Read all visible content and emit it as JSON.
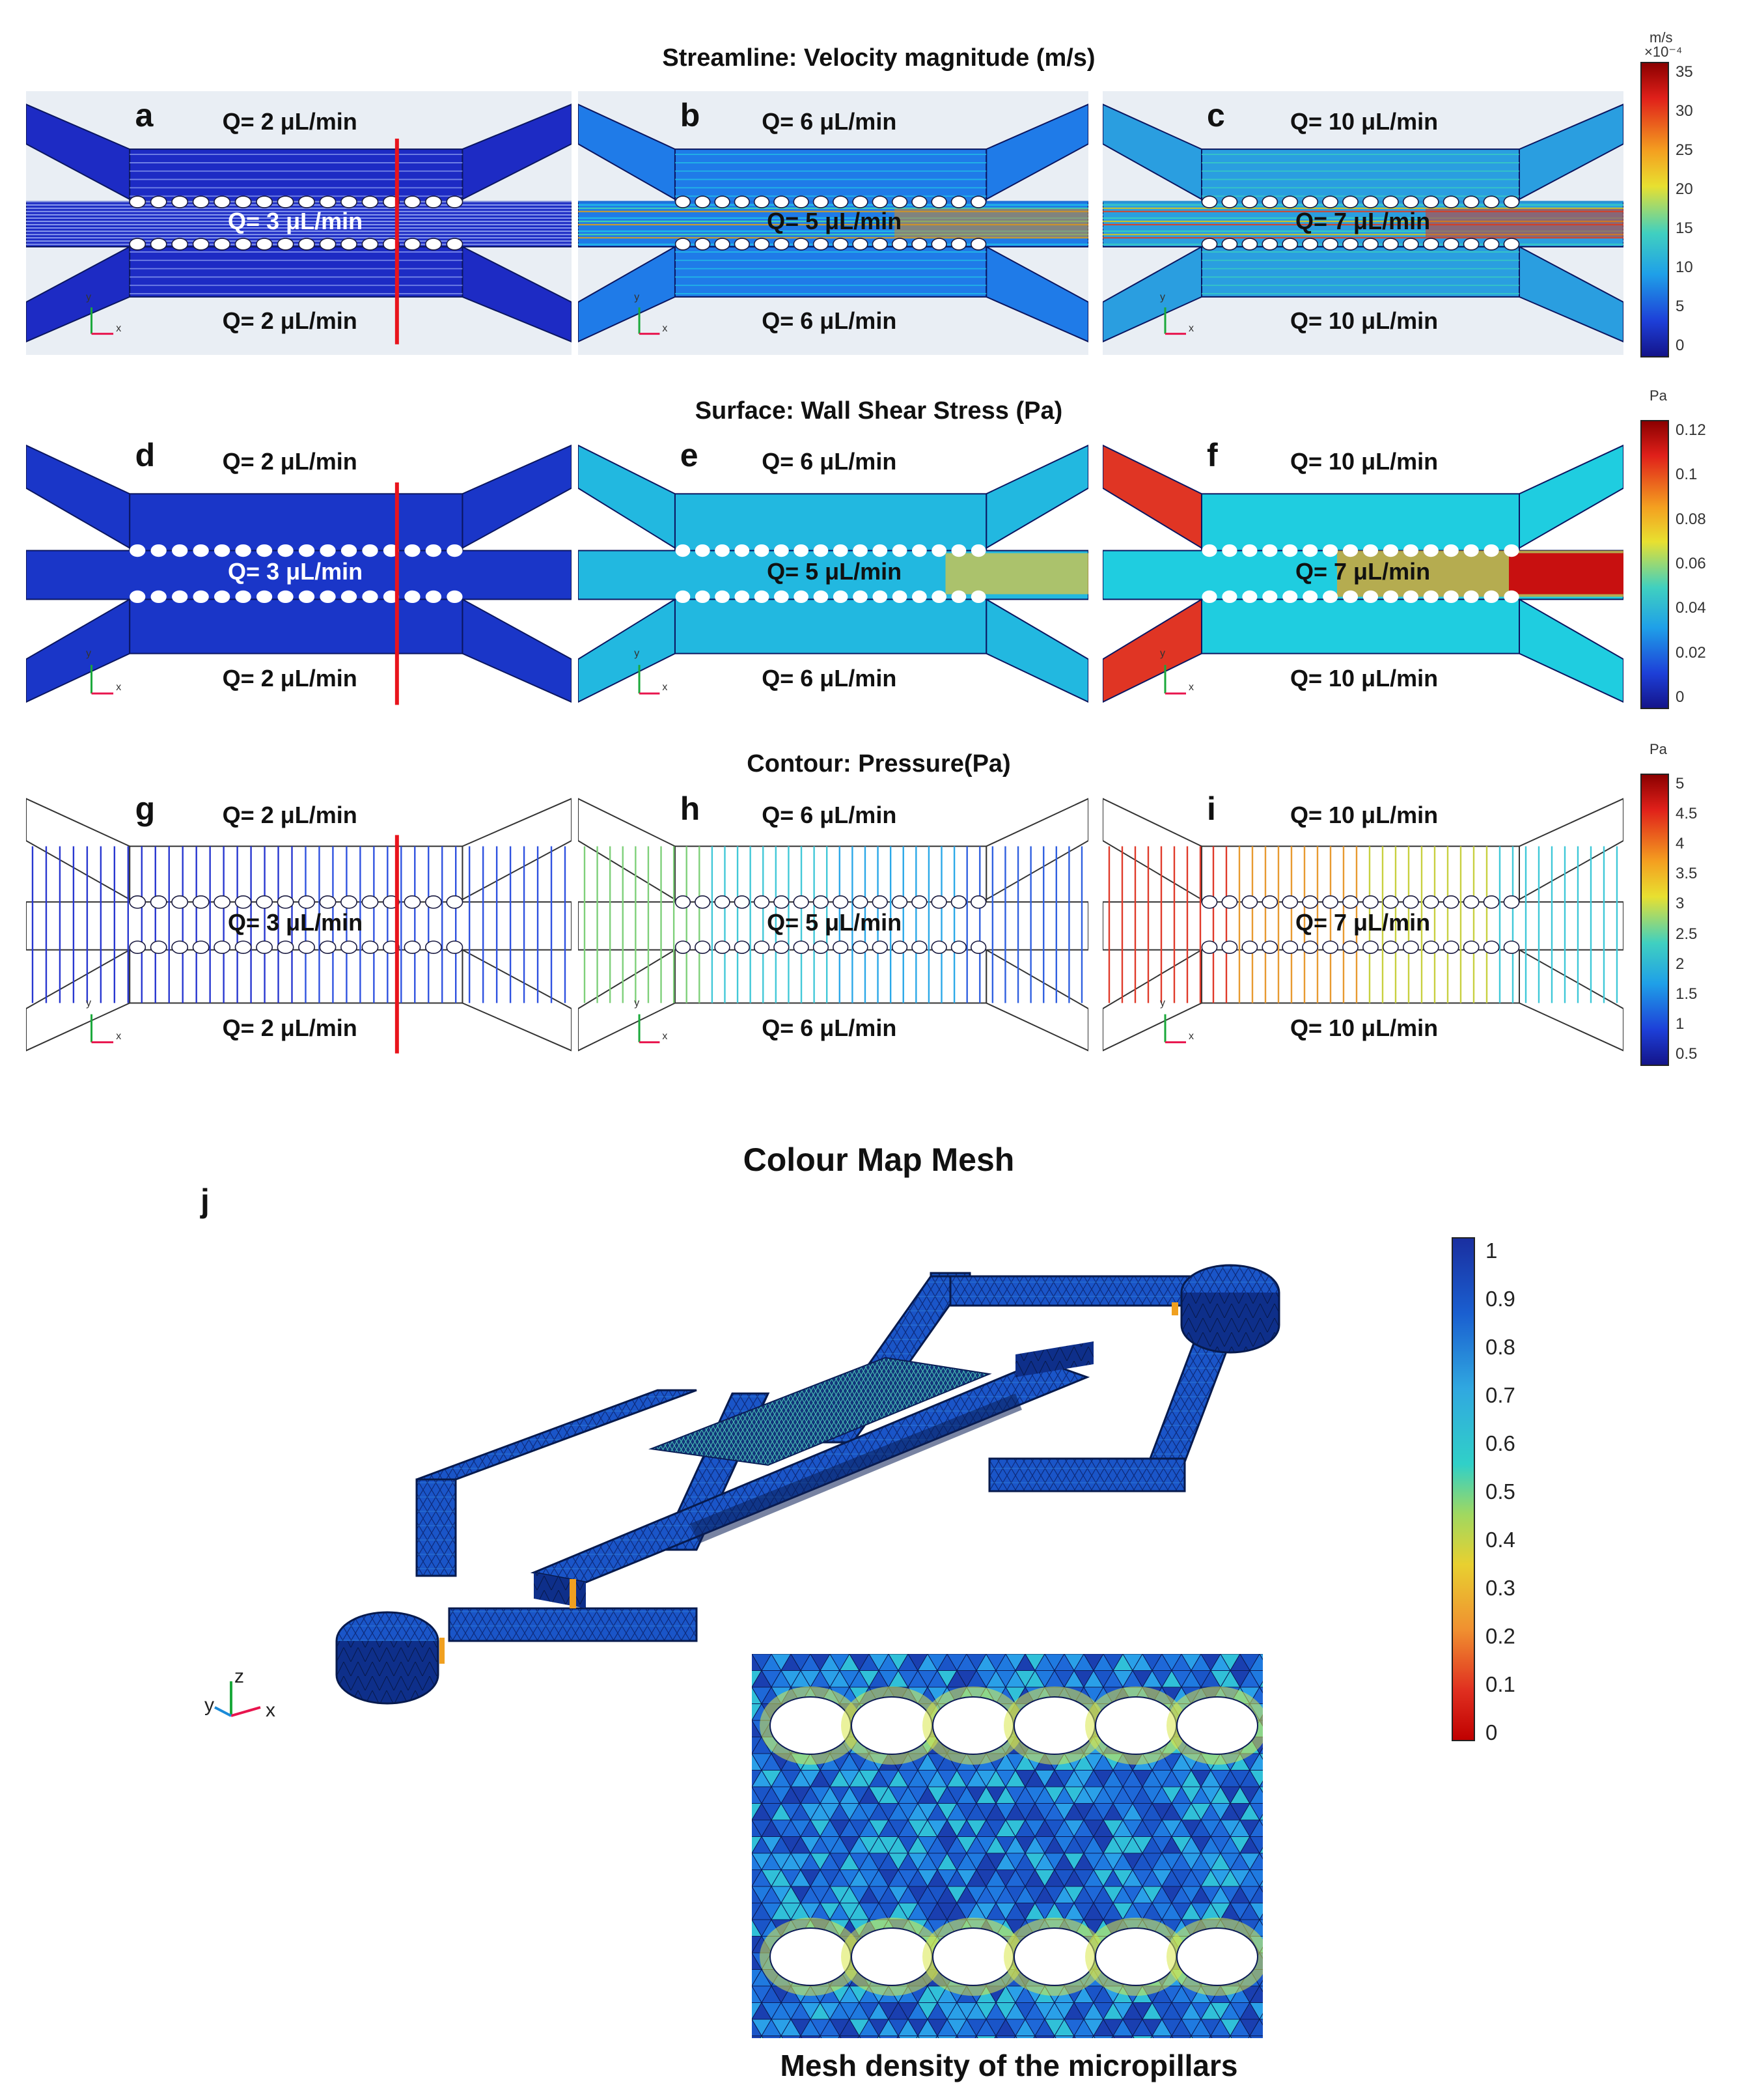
{
  "sections": {
    "streamline": {
      "title": "Streamline: Velocity magnitude (m/s)"
    },
    "shear": {
      "title": "Surface: Wall Shear Stress (Pa)"
    },
    "pressure": {
      "title": "Contour: Pressure(Pa)"
    }
  },
  "panels": [
    {
      "id": "a",
      "top": "Q= 2 μL/min",
      "middle": "Q= 3 μL/min",
      "bottom": "Q= 2 μL/min"
    },
    {
      "id": "b",
      "top": "Q= 6 μL/min",
      "middle": "Q= 5 μL/min",
      "bottom": "Q= 6 μL/min"
    },
    {
      "id": "c",
      "top": "Q= 10 μL/min",
      "middle": "Q= 7 μL/min",
      "bottom": "Q= 10 μL/min"
    },
    {
      "id": "d",
      "top": "Q= 2 μL/min",
      "middle": "Q= 3 μL/min",
      "bottom": "Q= 2 μL/min"
    },
    {
      "id": "e",
      "top": "Q= 6 μL/min",
      "middle": "Q= 5 μL/min",
      "bottom": "Q= 6 μL/min"
    },
    {
      "id": "f",
      "top": "Q= 10 μL/min",
      "middle": "Q= 7 μL/min",
      "bottom": "Q= 10 μL/min"
    },
    {
      "id": "g",
      "top": "Q= 2 μL/min",
      "middle": "Q= 3 μL/min",
      "bottom": "Q= 2 μL/min"
    },
    {
      "id": "h",
      "top": "Q= 6 μL/min",
      "middle": "Q= 5 μL/min",
      "bottom": "Q= 6 μL/min"
    },
    {
      "id": "i",
      "top": "Q= 10 μL/min",
      "middle": "Q= 7 μL/min",
      "bottom": "Q= 10 μL/min"
    }
  ],
  "axes": {
    "x": "x",
    "y": "y",
    "z": "z"
  },
  "colorbars": {
    "velocity": {
      "unit": "m/s",
      "exponent": "×10⁻⁴",
      "ticks": [
        "35",
        "30",
        "25",
        "20",
        "15",
        "10",
        "5",
        "0"
      ]
    },
    "shear": {
      "unit": "Pa",
      "ticks": [
        "0.12",
        "0.1",
        "0.08",
        "0.06",
        "0.04",
        "0.02",
        "0"
      ]
    },
    "pressure": {
      "unit": "Pa",
      "ticks": [
        "5",
        "4.5",
        "4",
        "3.5",
        "3",
        "2.5",
        "2",
        "1.5",
        "1",
        "0.5"
      ]
    },
    "mesh": {
      "ticks": [
        "1",
        "0.9",
        "0.8",
        "0.7",
        "0.6",
        "0.5",
        "0.4",
        "0.3",
        "0.2",
        "0.1",
        "0"
      ]
    }
  },
  "mesh": {
    "label": "j",
    "title": "Colour Map Mesh",
    "inset_caption": "Mesh density of the micropillars"
  },
  "colors": {
    "velocity_bg": "#1e2fc8",
    "shear_bg": "#1638c9",
    "contour_line_blue": "#2a3fd6",
    "red_line": "#e8141c",
    "mesh_blue": "#1a5fd0"
  }
}
